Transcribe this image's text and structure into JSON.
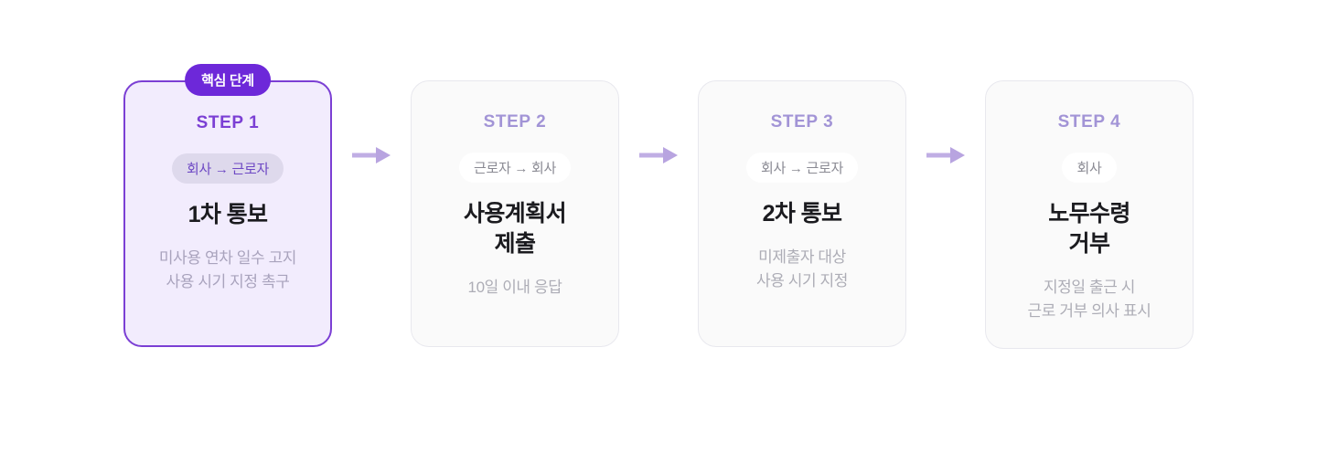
{
  "diagram": {
    "title_visible": false,
    "background_color": "#ffffff",
    "accent_color": "#7b3fd4",
    "muted_accent_color": "#a294d6",
    "arrow_color": "#c0aee4",
    "arrow_icon": "arrow-right-icon",
    "connectors": [
      "→",
      "→",
      "→"
    ]
  },
  "steps": [
    {
      "badge": "핵심 단계",
      "has_badge": true,
      "highlighted": true,
      "step_label": "STEP 1",
      "chip": "회사 → 근로자",
      "title": "1차 통보",
      "description": "미사용 연차 일수 고지\n사용 시기 지정 촉구"
    },
    {
      "badge": "",
      "has_badge": false,
      "highlighted": false,
      "step_label": "STEP 2",
      "chip": "근로자 → 회사",
      "title": "사용계획서\n제출",
      "description": "10일 이내 응답"
    },
    {
      "badge": "",
      "has_badge": false,
      "highlighted": false,
      "step_label": "STEP 3",
      "chip": "회사 → 근로자",
      "title": "2차 통보",
      "description": "미제출자 대상\n사용 시기 지정"
    },
    {
      "badge": "",
      "has_badge": false,
      "highlighted": false,
      "step_label": "STEP 4",
      "chip": "회사",
      "title": "노무수령\n거부",
      "description": "지정일 출근 시\n근로 거부 의사 표시"
    }
  ]
}
